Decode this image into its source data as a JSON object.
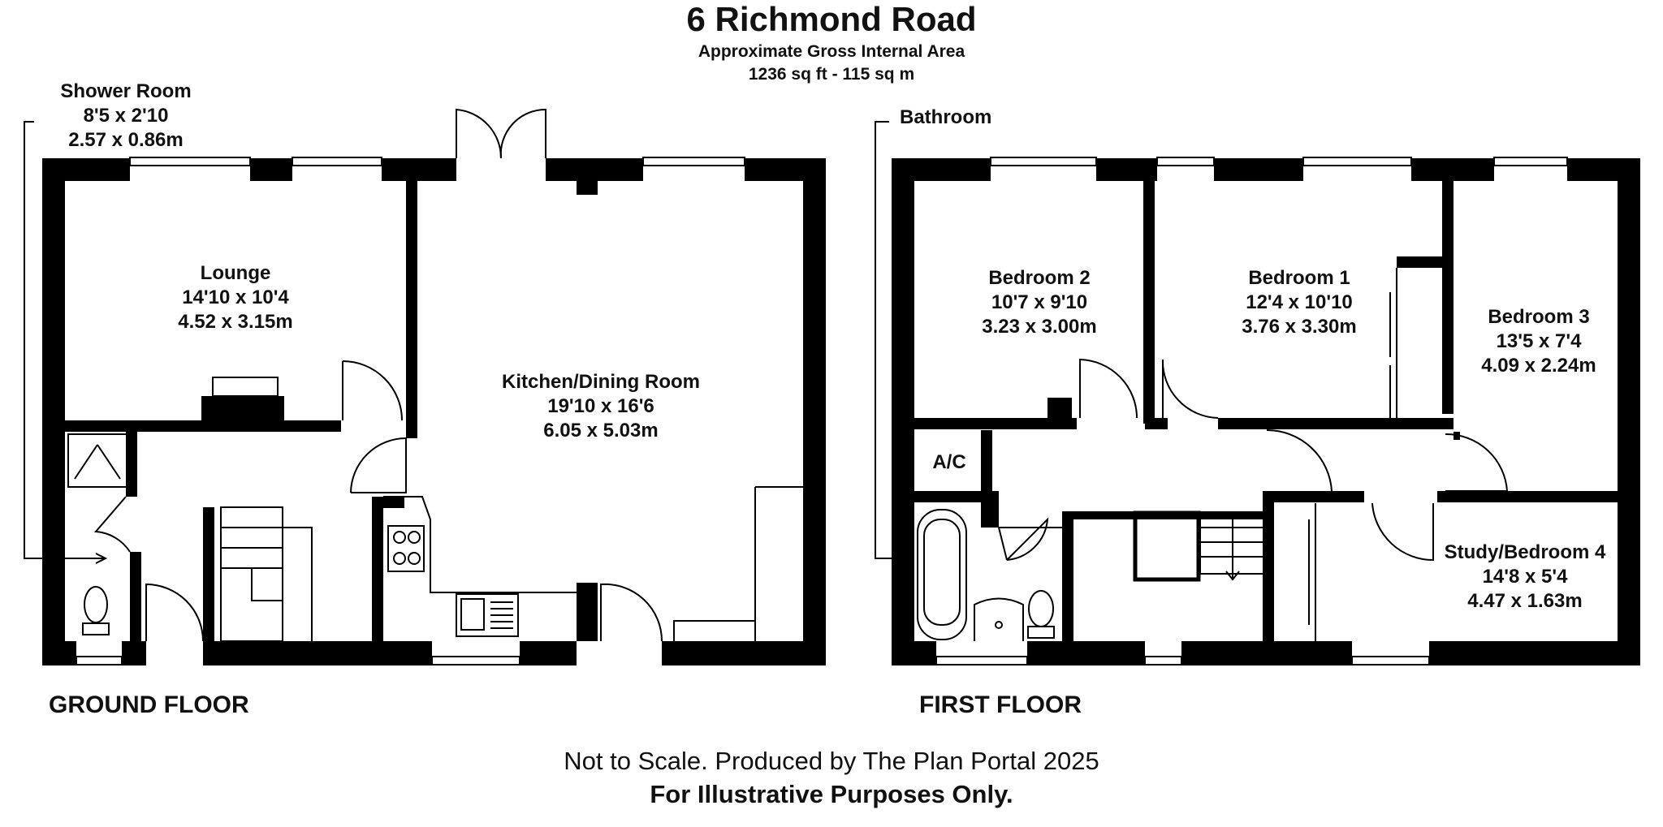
{
  "header": {
    "title": "6 Richmond Road",
    "subtitle": "Approximate Gross Internal Area",
    "area": "1236 sq ft - 115 sq m"
  },
  "ground_floor": {
    "label": "GROUND FLOOR",
    "shower_room": {
      "name": "Shower Room",
      "imperial": "8'5 x 2'10",
      "metric": "2.57 x 0.86m"
    },
    "lounge": {
      "name": "Lounge",
      "imperial": "14'10 x 10'4",
      "metric": "4.52 x 3.15m"
    },
    "kitchen": {
      "name": "Kitchen/Dining Room",
      "imperial": "19'10 x 16'6",
      "metric": "6.05 x 5.03m"
    }
  },
  "first_floor": {
    "label": "FIRST FLOOR",
    "bathroom": {
      "name": "Bathroom"
    },
    "bedroom2": {
      "name": "Bedroom 2",
      "imperial": "10'7 x 9'10",
      "metric": "3.23 x 3.00m"
    },
    "bedroom1": {
      "name": "Bedroom 1",
      "imperial": "12'4 x 10'10",
      "metric": "3.76 x 3.30m"
    },
    "bedroom3": {
      "name": "Bedroom 3",
      "imperial": "13'5 x 7'4",
      "metric": "4.09 x 2.24m"
    },
    "ac": {
      "name": "A/C"
    },
    "study": {
      "name": "Study/Bedroom 4",
      "imperial": "14'8 x 5'4",
      "metric": "4.47 x 1.63m"
    }
  },
  "footer": {
    "note": "Not to Scale. Produced by The Plan Portal 2025",
    "disclaimer": "For Illustrative Purposes Only."
  }
}
